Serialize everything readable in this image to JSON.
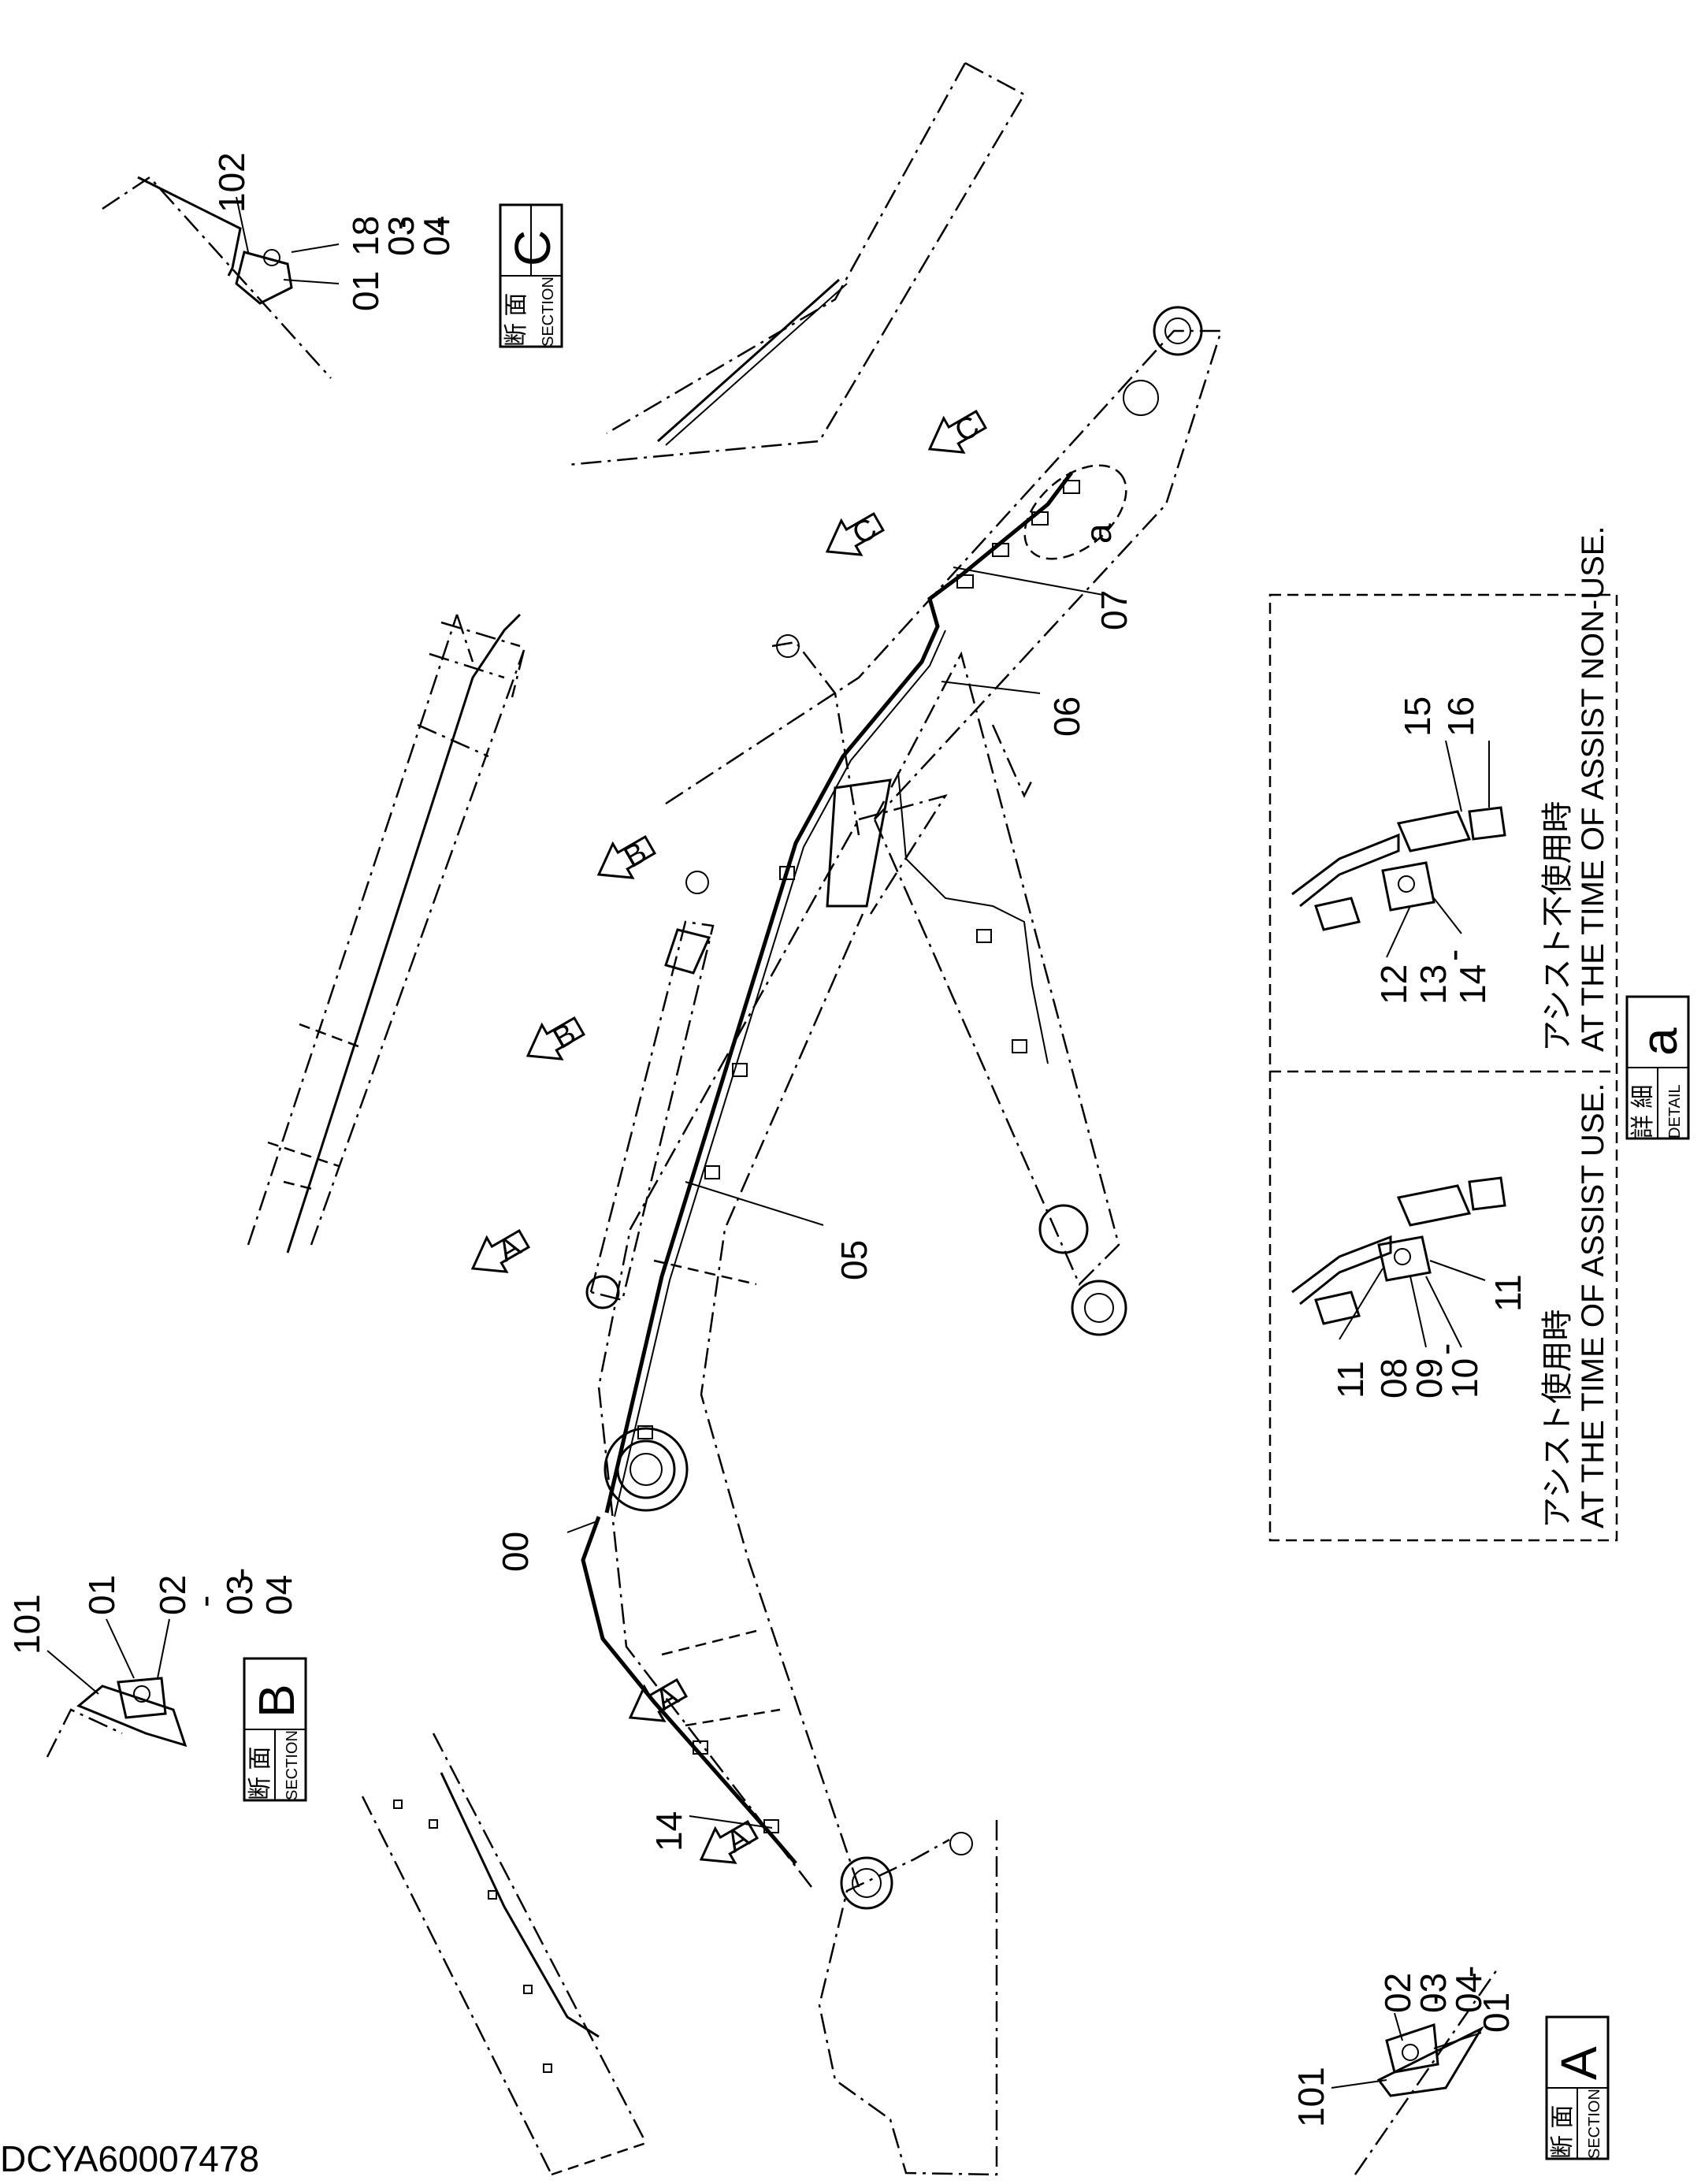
{
  "drawing_id": "DCYA60007478",
  "part_numbers": {
    "p00": "00",
    "p01": "01",
    "p02": "02",
    "p03": "03",
    "p04": "04",
    "p05": "05",
    "p06": "06",
    "p07": "07",
    "p08": "08",
    "p09": "09",
    "p10": "10",
    "p11": "11",
    "p12": "12",
    "p13": "13",
    "p14": "14",
    "p15": "15",
    "p16": "16",
    "p18": "18",
    "p101": "101",
    "p102": "102",
    "dash": "-"
  },
  "section_a": {
    "jp": "断 面",
    "en": "SECTION",
    "letter": "A"
  },
  "section_b": {
    "jp": "断 面",
    "en": "SECTION",
    "letter": "B"
  },
  "section_c": {
    "jp": "断 面",
    "en": "SECTION",
    "letter": "C"
  },
  "detail_a": {
    "jp": "詳 細",
    "en": "DETAIL",
    "letter": "a"
  },
  "view_arrows": {
    "a": "A",
    "b": "B",
    "c": "C"
  },
  "detail_circle_label": "a",
  "assist_use": {
    "jp": "アシスト使用時",
    "en": "AT THE TIME OF ASSIST USE."
  },
  "assist_non_use": {
    "jp": "アシスト不使用時",
    "en": "AT THE TIME OF ASSIST NON-USE."
  }
}
